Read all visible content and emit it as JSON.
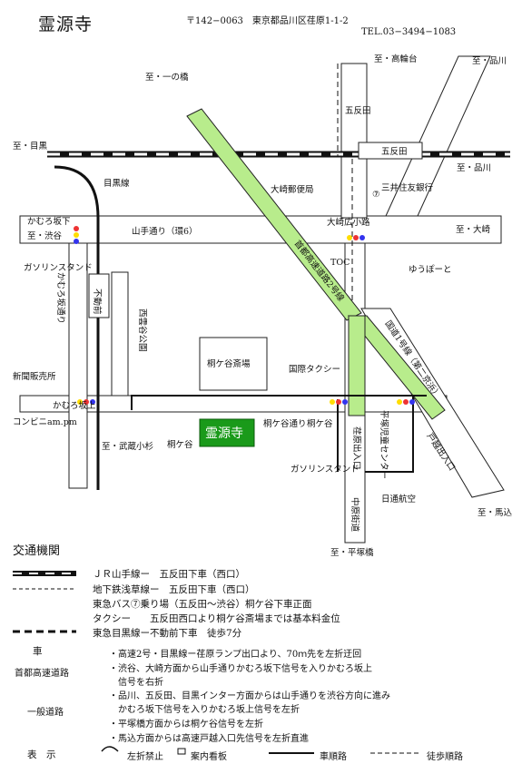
{
  "header": {
    "title": "霊源寺",
    "address": "〒142−0063　東京都品川区荏原1-1-2",
    "tel": "TEL.03−3494−1083"
  },
  "map": {
    "temple": "霊源寺",
    "labels": {
      "to_meguro": "至・目黒",
      "to_takanawa": "至・高輪台",
      "to_shinagawa_top": "至・品川",
      "to_shinagawa_right": "至・品川",
      "to_ichinohashi": "至・一の橋",
      "to_osaki": "至・大崎",
      "to_shibuya": "至・渋谷",
      "to_musashikosugi": "至・武蔵小杉",
      "to_magome": "至・馬込",
      "to_hiratsukabashi": "至・平塚橋",
      "gotanda_station": "五反田",
      "gotanda_vertical": "五反田",
      "meguro_line": "目黒線",
      "osaki_post": "大崎郵便局",
      "osaki_hirokoji": "大崎広小路",
      "mitsui": "三井住友銀行",
      "yamate": "山手通り（環6）",
      "kamurozaka_shita": "かむろ坂下",
      "kamurozaka_dori": "かむろ坂通り",
      "kamurozaka_ue": "かむろ坂上",
      "gas1": "ガソリンスタンド",
      "gas2": "ガソリンスタンド",
      "fudomae": "不動前",
      "kirigaya_park": "西雲谷公園",
      "kirigaya_saijo": "桐ケ谷斎場",
      "kokusai_taxi": "国際タクシー",
      "toc": "TOC",
      "yuupooto": "ゆうぽーと",
      "shuto": "首都高速道路2号線",
      "kokudo": "国道1号線（第二京浜）",
      "kirigaya_dori": "桐ケ谷通り",
      "kirigaya_signal": "桐ケ谷",
      "shinbun": "新聞販売所",
      "conbini": "コンビニam.pm",
      "kirigaya_bus": "桐ケ谷",
      "ebara_iriguchi": "荏原出入口",
      "togoshi_iriguchi": "戸越出入口",
      "jido_center": "平塚児童センター",
      "nikko": "日通航空",
      "nakahara": "中原街道",
      "bus7": "⑦"
    }
  },
  "legend": {
    "section_title": "交通機関",
    "transit": [
      {
        "line": "ＪＲ山手線ー　五反田下車（西口）"
      },
      {
        "line": "地下鉄浅草線ー　五反田下車（西口）"
      },
      {
        "line": "東急バス⑦乗り場（五反田〜渋谷）桐ケ谷下車正面"
      },
      {
        "line": "タクシー　　五反田西口より桐ケ谷斎場までは基本料金位"
      },
      {
        "line": "東急目黒線ー不動前下車　徒歩7分"
      }
    ],
    "car_label": "車",
    "shuto_label": "首都高速道路",
    "ippan_label": "一般道路",
    "car_notes": [
      "・高速2号・目黒線ー荏原ランプ出口より、70ｍ先を左折迂回",
      "・渋谷、大崎方面から山手通りかむろ坂下信号を入りかむろ坂上",
      "　信号を右折",
      "・品川、五反田、目黒インター方面からは山手通りを渋谷方向に進み",
      "　かむろ坂下信号を入りかむろ坂上信号を左折",
      "・平塚橋方面からは桐ケ谷信号を左折",
      "・馬込方面からは高速戸越入口先信号を左折直進"
    ],
    "symbols": {
      "title": "表　示",
      "no_left": "左折禁止",
      "sign": "案内看板",
      "car_route": "車順路",
      "walk_route": "徒歩順路"
    }
  }
}
